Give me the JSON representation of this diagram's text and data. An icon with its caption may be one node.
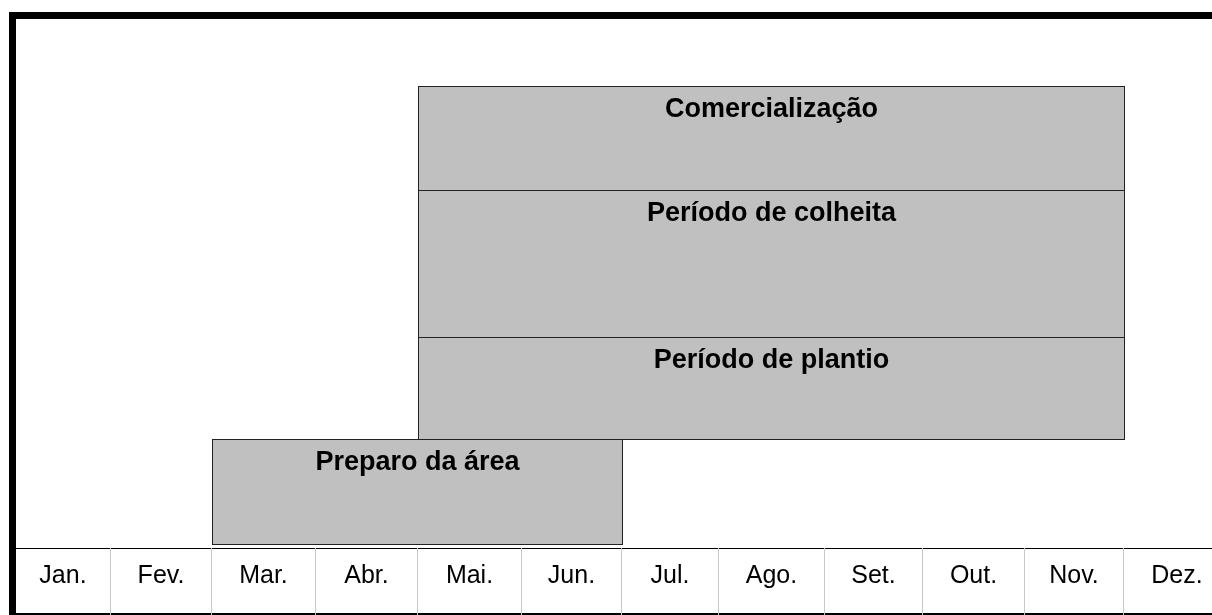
{
  "diagram": {
    "nodes": [
      {
        "text": [
          "Comercialização"
        ]
      },
      {
        "text": [
          "Período de colheita"
        ]
      },
      {
        "text": [
          "Período de plantio"
        ]
      },
      {
        "text": [
          "Preparo da área"
        ]
      }
    ],
    "labels": [
      "Jan.",
      "Fev.",
      "Mar.",
      "Abr.",
      "Mai.",
      "Jun.",
      "Jul.",
      "Ago.",
      "Set.",
      "Out.",
      "Nov.",
      "Dez."
    ]
  }
}
